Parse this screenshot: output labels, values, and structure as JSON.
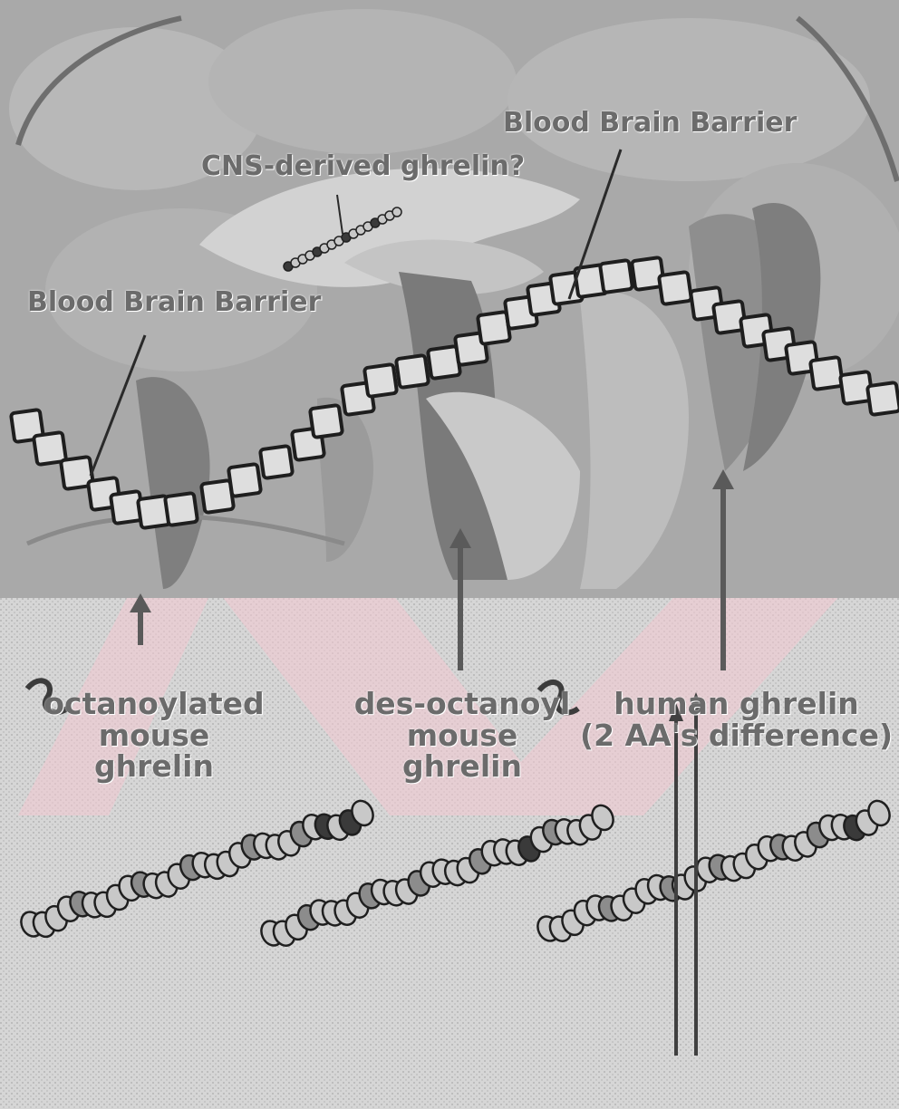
{
  "labels": {
    "bbb_top_right": "Blood Brain Barrier",
    "cns_derived": "CNS-derived ghrelin?",
    "bbb_left": "Blood Brain Barrier",
    "octanoylated": "octanoylated\nmouse\nghrelin",
    "des_octanoyl": "des-octanoyl\nmouse\nghrelin",
    "human": "human ghrelin\n(2 AA's difference)"
  },
  "colors": {
    "brain_gray": "#a9a9a9",
    "barrier_fill": "#dedede",
    "barrier_stroke": "#1e1e1e",
    "arrow": "#5a5a5a",
    "label_text": "#6b6b6b",
    "residue_light": "#c8c8c8",
    "residue_mid": "#8c8c8c",
    "residue_dark": "#3a3a3a",
    "watermark_pink": "#f4c9d2"
  },
  "icons": [
    "brain-illustration",
    "barrier-cell",
    "ghrelin-peptide-chain",
    "arrow-up",
    "arrow-pointer"
  ]
}
